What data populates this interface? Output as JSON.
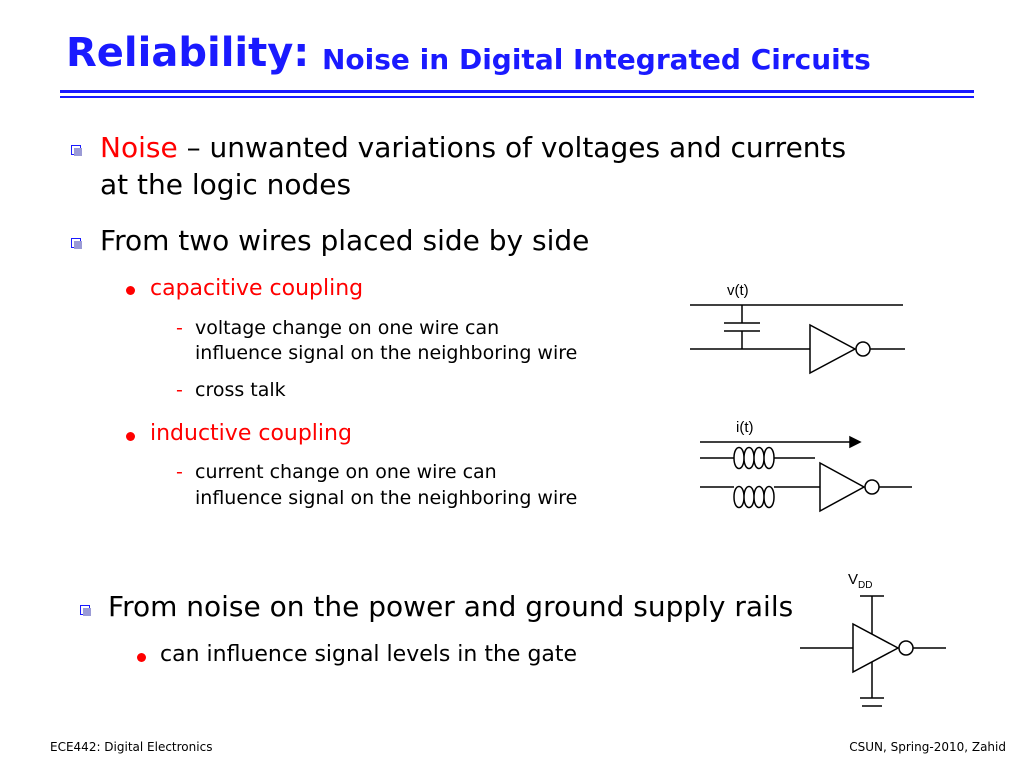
{
  "title": {
    "main": "Reliability:",
    "sub": "Noise in Digital Integrated Circuits"
  },
  "bullets": [
    {
      "keyword": "Noise",
      "line1": " – unwanted variations of voltages and currents",
      "line2": "at the logic nodes"
    },
    {
      "text": "From two wires placed side by side"
    },
    {
      "text": "From noise on the power and ground supply rails"
    }
  ],
  "sub_bullets": {
    "capacitive": {
      "label": "capacitive coupling",
      "items": [
        {
          "dash": "-",
          "line1": "voltage change on one wire can",
          "line2": "influence signal on the neighboring wire"
        },
        {
          "dash": "-",
          "line1": "cross talk"
        }
      ]
    },
    "inductive": {
      "label": "inductive coupling",
      "items": [
        {
          "dash": "-",
          "line1": "current change on one wire can",
          "line2": "influence signal on the neighboring wire"
        }
      ]
    },
    "supply": {
      "label": "can influence signal levels in the gate"
    }
  },
  "diagrams": {
    "capacitive_label": "v(t)",
    "inductive_label": "i(t)",
    "supply_label": "V",
    "supply_label_sub": "DD"
  },
  "footer": {
    "left": "ECE442: Digital Electronics",
    "right": "CSUN, Spring-2010, Zahid"
  },
  "colors": {
    "title": "#1a1aff",
    "accent": "#ff0000"
  }
}
